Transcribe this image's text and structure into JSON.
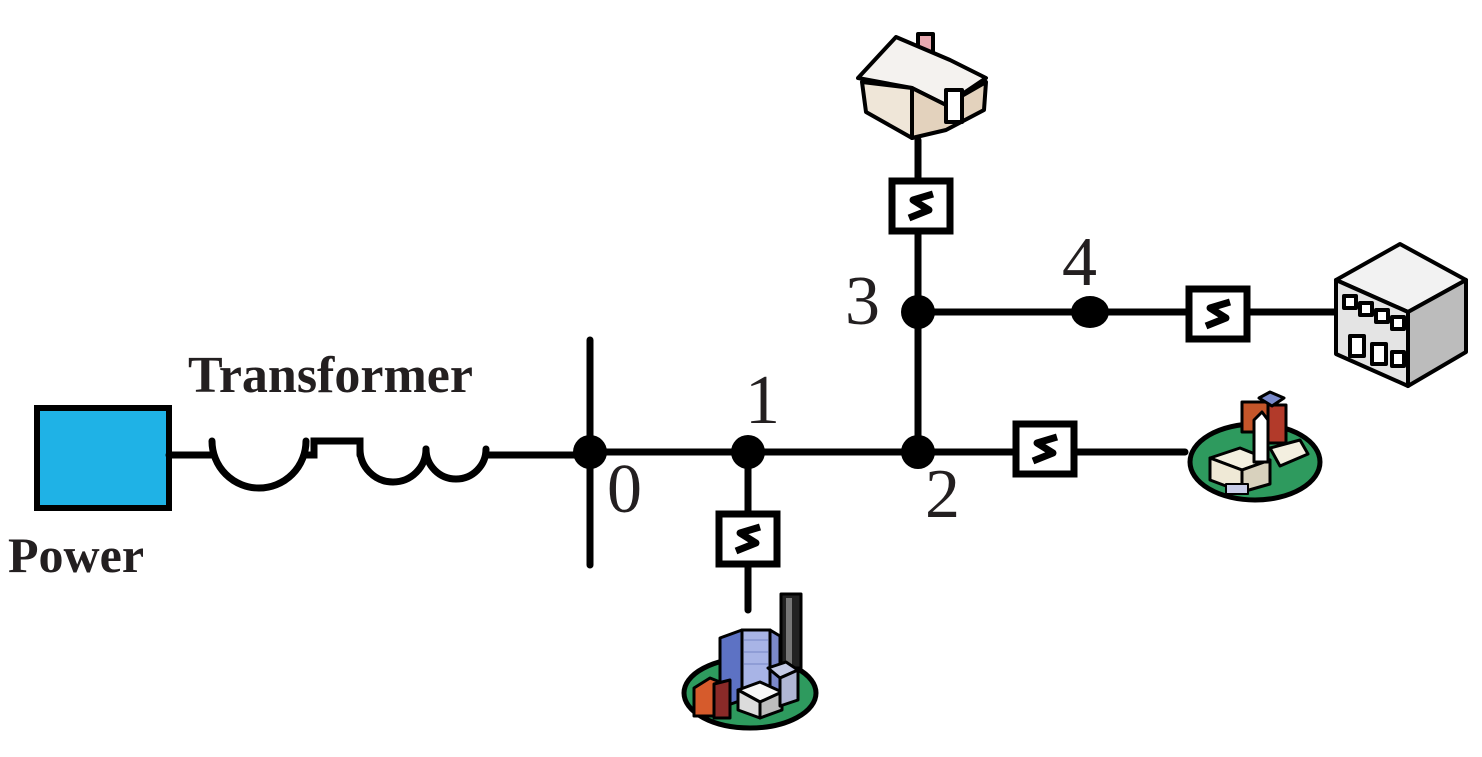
{
  "labels": {
    "power": "Power",
    "transformer": "Transformer"
  },
  "nodes": {
    "n0": "0",
    "n1": "1",
    "n2": "2",
    "n3": "3",
    "n4": "4"
  },
  "icons": {
    "power_source": "power-source-icon",
    "switch": "switch-icon",
    "house": "house-icon",
    "office": "office-building-icon",
    "city": "city-cluster-icon",
    "church": "church-campus-icon"
  },
  "colors": {
    "power_source": "#1fb2e6",
    "line": "#000000",
    "text": "#231f20",
    "grass": "#2e9a5e"
  }
}
